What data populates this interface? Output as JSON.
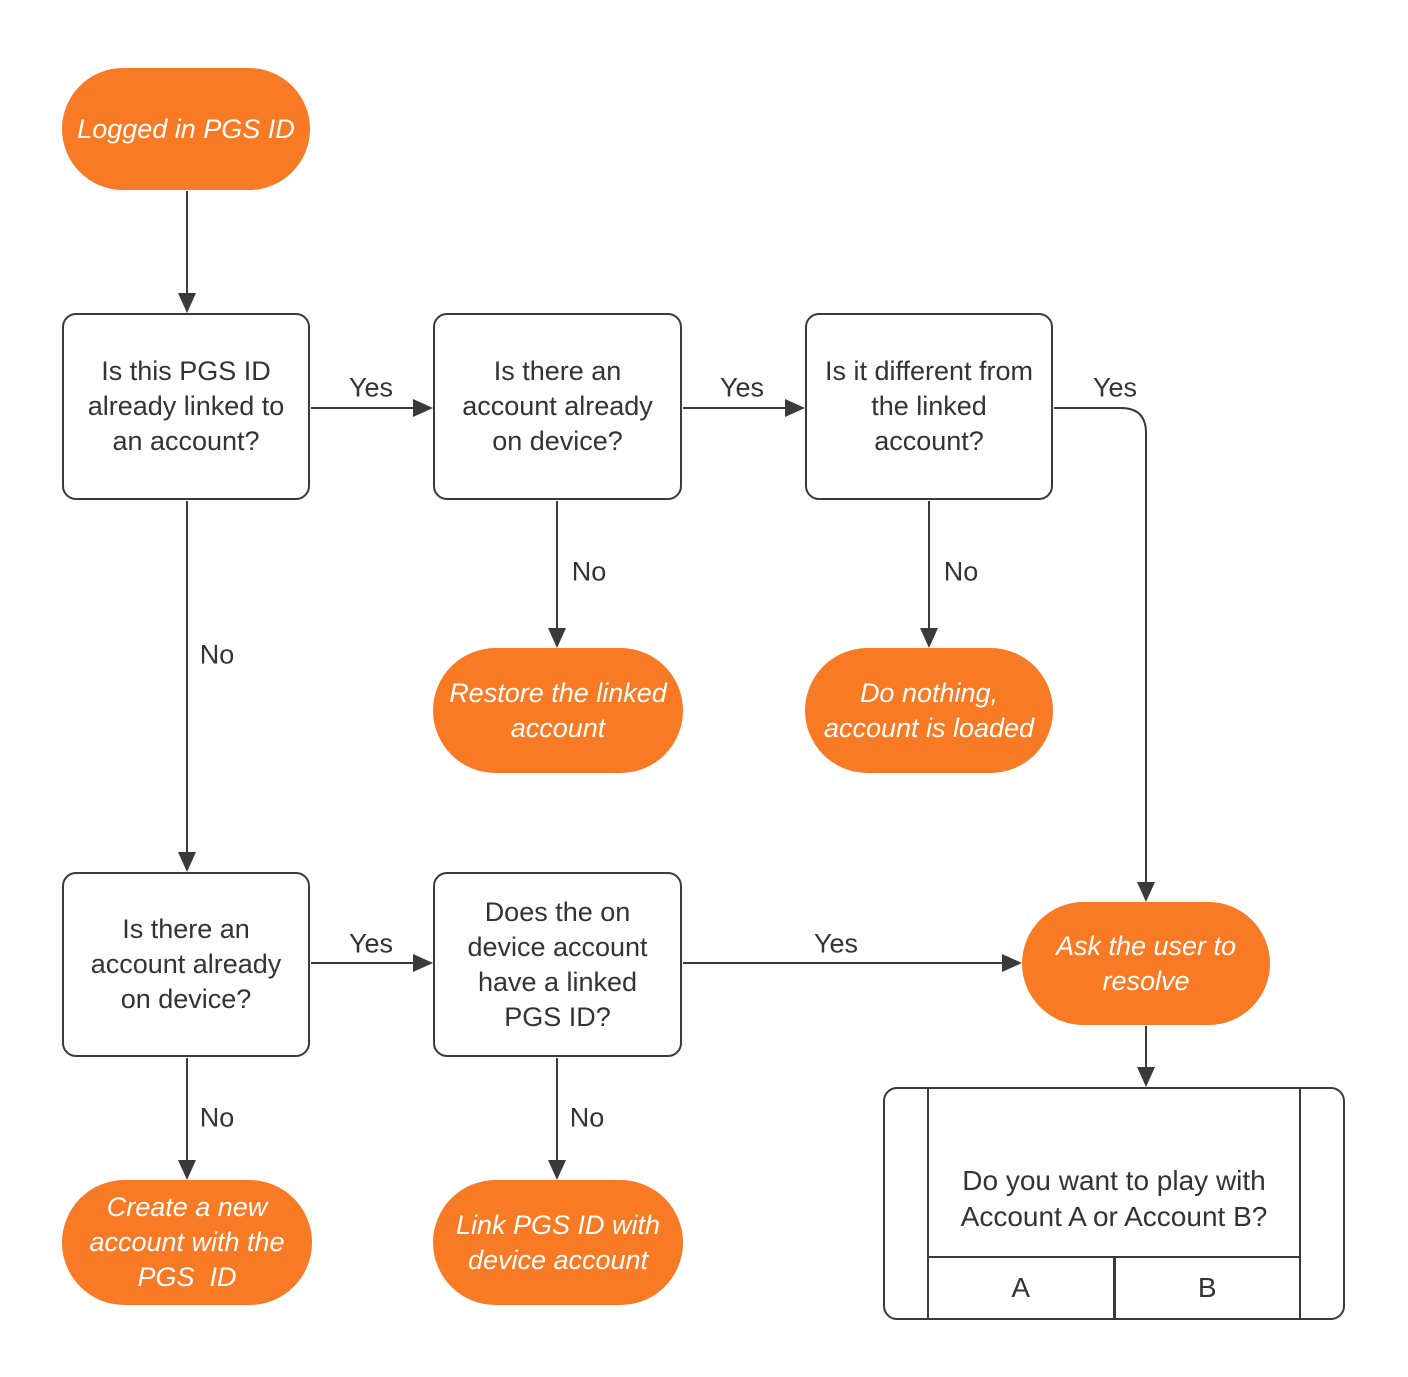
{
  "colors": {
    "accent_orange": "#F87A24",
    "line": "#3A3A3A",
    "text_dark": "#333333",
    "text_on_orange": "#FFFFFF"
  },
  "flowchart": {
    "start": "Logged in PGS ID",
    "q_linked": "Is this PGS ID already linked to an account?",
    "q_device_top": "Is there an account already on device?",
    "q_different": "Is it different from the linked account?",
    "r_restore": "Restore the linked account",
    "r_nothing": "Do nothing, account is loaded",
    "q_device_bottom": "Is there an account already on device?",
    "q_pgs_linked": "Does the on device account have a linked PGS ID?",
    "r_ask": "Ask the user to resolve",
    "r_create": "Create a new account with the PGS  ID",
    "r_link": "Link PGS ID with device account",
    "labels": {
      "yes_q1_q2": "Yes",
      "yes_q2_q3": "Yes",
      "yes_q3_ask": "Yes",
      "no_q2_restore": "No",
      "no_q3_nothing": "No",
      "no_q1_q4": "No",
      "yes_q4_q5": "Yes",
      "yes_q5_ask": "Yes",
      "no_q4_create": "No",
      "no_q5_link": "No"
    }
  },
  "dialog": {
    "question": "Do you want to play with Account A or Account B?",
    "button_a": "A",
    "button_b": "B"
  }
}
